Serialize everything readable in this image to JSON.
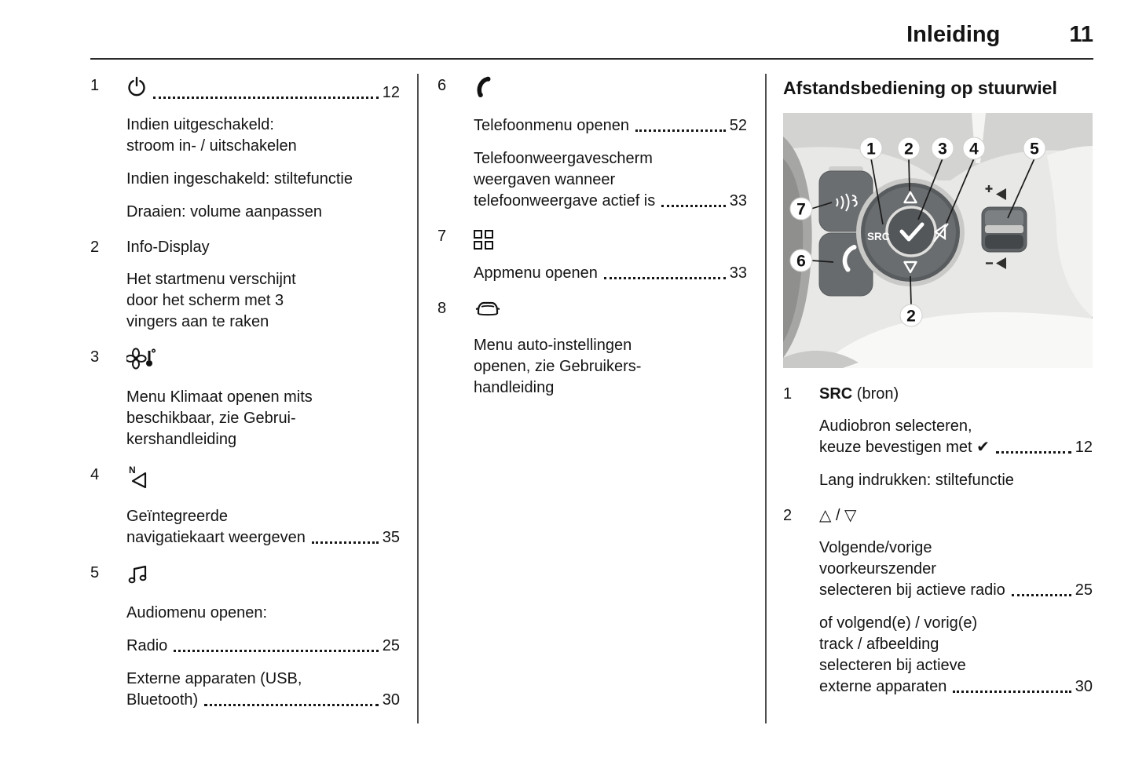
{
  "header": {
    "title": "Inleiding",
    "page_number": "11"
  },
  "col1": {
    "items": [
      {
        "num": "1",
        "icon": "power-icon",
        "icon_page": "12",
        "paras": [
          {
            "lines": [
              {
                "t": "Indien uitgeschakeld:"
              },
              {
                "t": "stroom in- / uitschakelen"
              }
            ]
          },
          {
            "lines": [
              {
                "t": "Indien ingeschakeld: stiltefunctie"
              }
            ]
          },
          {
            "lines": [
              {
                "t": "Draaien: volume aanpassen"
              }
            ]
          }
        ]
      },
      {
        "num": "2",
        "label": "Info-Display",
        "paras": [
          {
            "lines": [
              {
                "t": "Het startmenu verschijnt"
              },
              {
                "t": "door het scherm met 3"
              },
              {
                "t": "vingers aan te raken"
              }
            ]
          }
        ]
      },
      {
        "num": "3",
        "icon": "climate-icon",
        "paras": [
          {
            "lines": [
              {
                "t": "Menu Klimaat openen mits"
              },
              {
                "t": "beschikbaar, zie Gebrui-"
              },
              {
                "t": "kershandleiding"
              }
            ]
          }
        ]
      },
      {
        "num": "4",
        "icon": "navigation-icon",
        "paras": [
          {
            "lines": [
              {
                "t": "Geïntegreerde"
              },
              {
                "t": "navigatiekaart weergeven",
                "page": "35"
              }
            ]
          }
        ]
      },
      {
        "num": "5",
        "icon": "music-icon",
        "paras": [
          {
            "lines": [
              {
                "t": "Audiomenu openen:"
              }
            ]
          },
          {
            "lines": [
              {
                "t": "Radio",
                "page": "25"
              }
            ]
          },
          {
            "lines": [
              {
                "t": "Externe apparaten (USB,"
              },
              {
                "t": "Bluetooth)",
                "page": "30"
              }
            ]
          }
        ]
      }
    ]
  },
  "col2": {
    "items": [
      {
        "num": "6",
        "icon": "phone-icon",
        "paras": [
          {
            "lines": [
              {
                "t": "Telefoonmenu openen",
                "page": "52"
              }
            ]
          },
          {
            "lines": [
              {
                "t": "Telefoonweergavescherm"
              },
              {
                "t": "weergaven wanneer"
              },
              {
                "t": "telefoonweergave actief is",
                "page": "33"
              }
            ]
          }
        ]
      },
      {
        "num": "7",
        "icon": "apps-grid-icon",
        "paras": [
          {
            "lines": [
              {
                "t": "Appmenu openen",
                "page": "33"
              }
            ]
          }
        ]
      },
      {
        "num": "8",
        "icon": "car-icon",
        "paras": [
          {
            "lines": [
              {
                "t": "Menu auto-instellingen"
              },
              {
                "t": "openen, zie Gebruikers-"
              },
              {
                "t": "handleiding"
              }
            ]
          }
        ]
      }
    ]
  },
  "col3": {
    "heading": "Afstandsbediening op stuurwiel",
    "figure": {
      "src_label": "SRC",
      "callouts": [
        "1",
        "2",
        "3",
        "4",
        "5",
        "7",
        "6",
        "2"
      ]
    },
    "items": [
      {
        "num": "1",
        "label_bold": "SRC",
        "label_rest": " (bron)",
        "paras": [
          {
            "lines": [
              {
                "t": "Audiobron selecteren,"
              },
              {
                "t": "keuze bevestigen met ✔",
                "page": "12"
              }
            ]
          },
          {
            "lines": [
              {
                "t": "Lang indrukken: stiltefunctie"
              }
            ]
          }
        ]
      },
      {
        "num": "2",
        "label": "△ / ▽",
        "paras": [
          {
            "lines": [
              {
                "t": "Volgende/vorige"
              },
              {
                "t": "voorkeurszender"
              },
              {
                "t": "selecteren bij actieve radio",
                "page": "25"
              }
            ]
          },
          {
            "lines": [
              {
                "t": "of volgend(e) / vorig(e)"
              },
              {
                "t": "track / afbeelding"
              },
              {
                "t": "selecteren bij actieve"
              },
              {
                "t": "externe apparaten",
                "page": "30"
              }
            ]
          }
        ]
      }
    ]
  }
}
